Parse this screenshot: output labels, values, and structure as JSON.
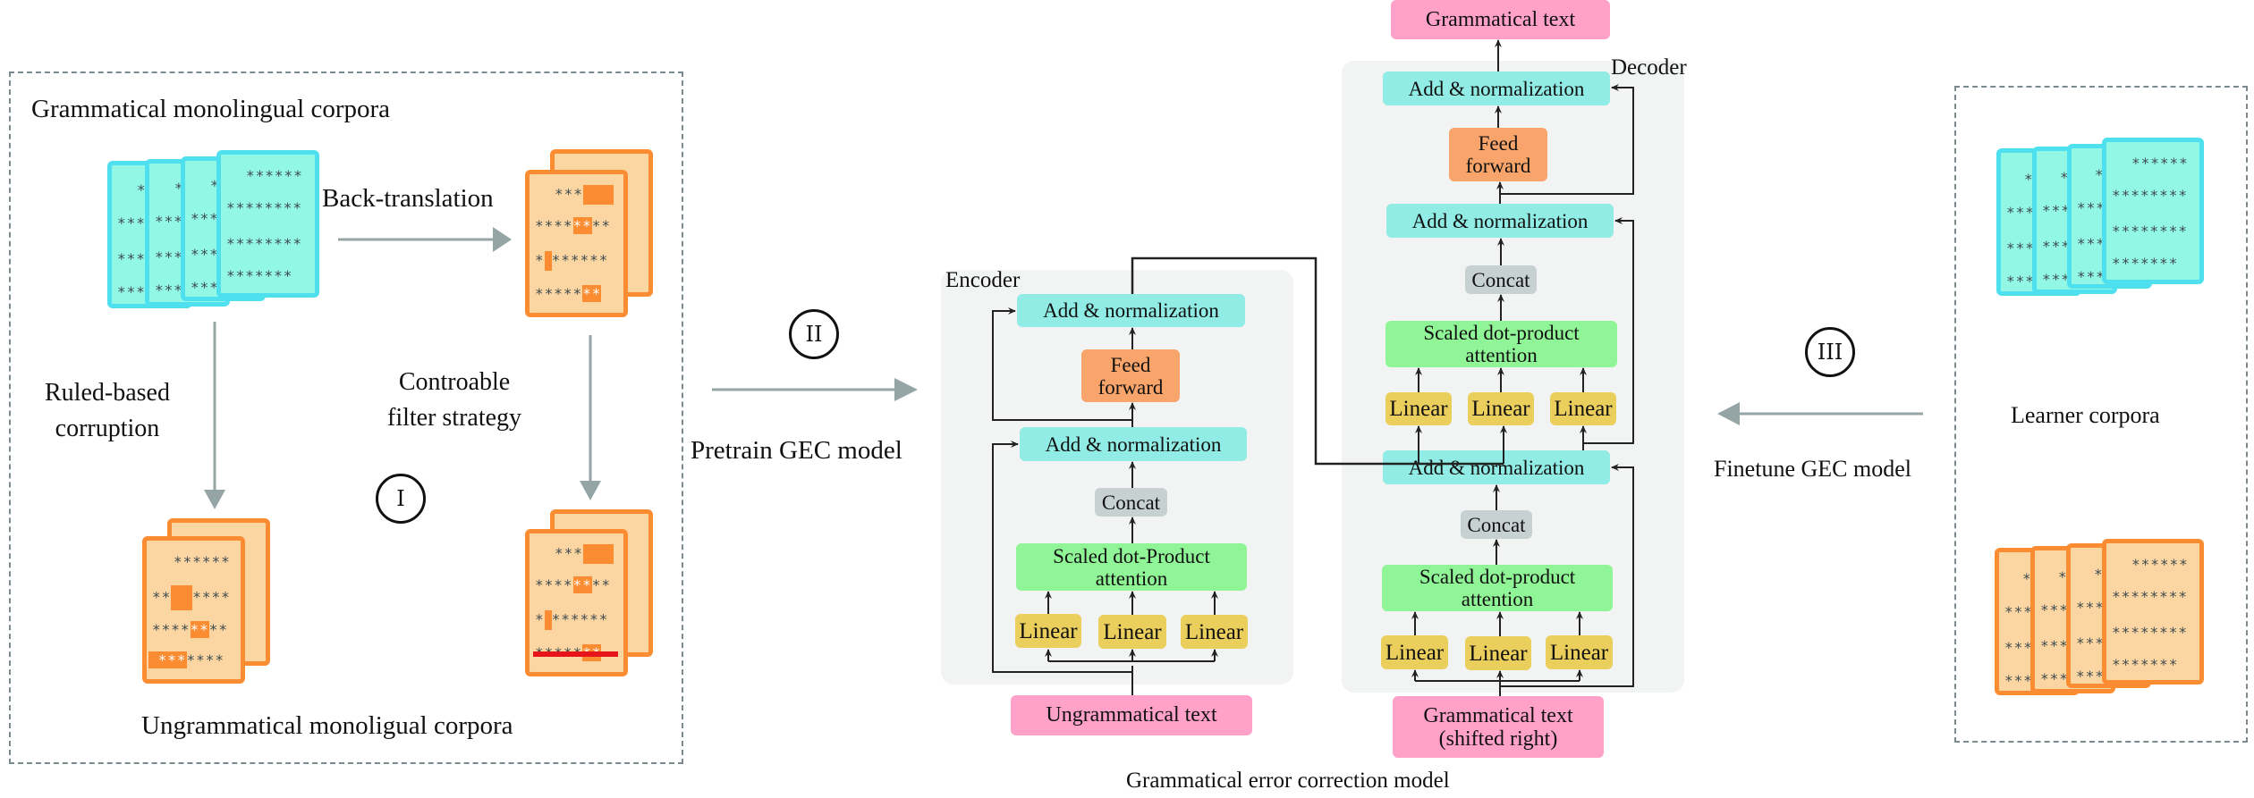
{
  "stage1": {
    "title": "Grammatical monolingual corpora",
    "back_translation_label": "Back-translation",
    "rule_based_label_line1": "Ruled-based",
    "rule_based_label_line2": "corruption",
    "filter_label_line1": "Controable",
    "filter_label_line2": "filter strategy",
    "stage_numeral": "I",
    "bottom_title": "Ungrammatical monoligual corpora",
    "doc_rows": {
      "grammatical": [
        "******",
        "********",
        "********",
        "*******"
      ],
      "partial": [
        "*",
        "***",
        "***",
        "***"
      ]
    }
  },
  "stage2": {
    "stage_numeral": "II",
    "arrow_label": "Pretrain GEC model"
  },
  "stage3": {
    "stage_numeral": "III",
    "arrow_label": "Finetune GEC model",
    "corpus_label": "Learner corpora"
  },
  "model": {
    "caption": "Grammatical error correction model",
    "encoder": {
      "label": "Encoder",
      "add_norm_top": "Add & normalization",
      "feed_forward_line1": "Feed",
      "feed_forward_line2": "forward",
      "add_norm_bottom": "Add & normalization",
      "concat": "Concat",
      "attention_line1": "Scaled dot-Product",
      "attention_line2": "attention",
      "linear": [
        "Linear",
        "Linear",
        "Linear"
      ],
      "input": "Ungrammatical text"
    },
    "decoder": {
      "label": "Decoder",
      "output": "Grammatical text",
      "add_norm_top": "Add & normalization",
      "feed_forward_line1": "Feed",
      "feed_forward_line2": "forward",
      "add_norm_mid": "Add & normalization",
      "concat_top": "Concat",
      "attention_top_line1": "Scaled dot-product",
      "attention_top_line2": "attention",
      "linear_top": [
        "Linear",
        "Linear",
        "Linear"
      ],
      "add_norm_bottom": "Add & normalization",
      "concat_bottom": "Concat",
      "attention_bottom_line1": "Scaled dot-product",
      "attention_bottom_line2": "attention",
      "linear_bottom": [
        "Linear",
        "Linear",
        "Linear"
      ],
      "input_line1": "Grammatical text",
      "input_line2": "(shifted right)"
    }
  },
  "colors": {
    "grammatical_doc": "#93f7e6",
    "grammatical_doc_border": "#4fe0ef",
    "ungrammatical_doc": "#fbd6a2",
    "ungrammatical_doc_border": "#fb8c32",
    "add_norm": "#90ece4",
    "feed_forward": "#f9a46b",
    "concat": "#c8d1d2",
    "attention": "#90f596",
    "linear": "#ebcf5c",
    "text_io": "#ffa1c9",
    "flow_arrow": "#95a5a6",
    "filtered_strike": "#e8141c"
  }
}
